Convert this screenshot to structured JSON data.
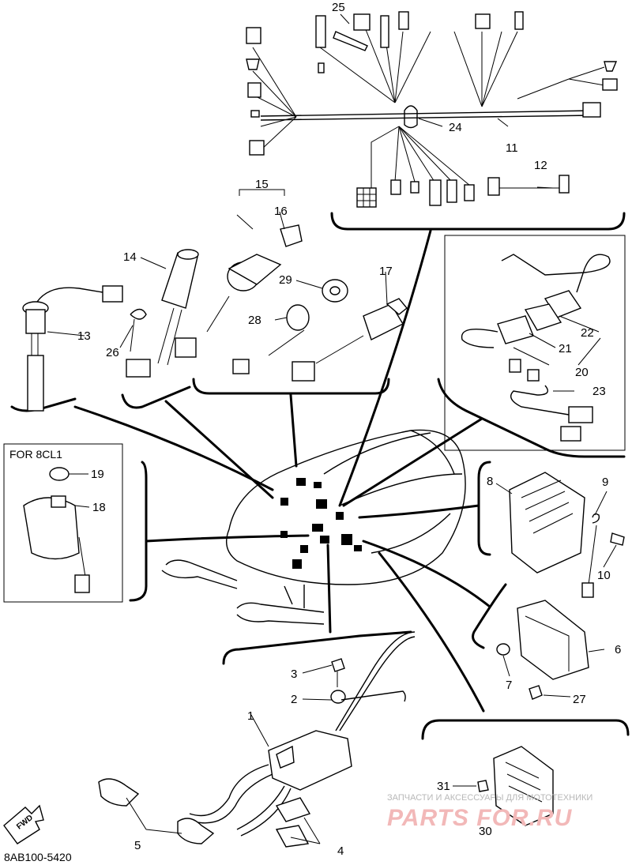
{
  "diagram_code": "8AB100-5420",
  "variant_label": "FOR 8CL1",
  "fwd_label": "FWD",
  "watermark": {
    "line1": "ЗАПЧАСТИ И АКСЕССУАРЫ ДЛЯ МОТОТЕХНИКИ",
    "line2": "PARTS FOR.RU"
  },
  "callouts": {
    "c1": "1",
    "c2": "2",
    "c3": "3",
    "c4": "4",
    "c5": "5",
    "c6": "6",
    "c7": "7",
    "c8": "8",
    "c9": "9",
    "c10": "10",
    "c11": "11",
    "c12": "12",
    "c13": "13",
    "c14": "14",
    "c15": "15",
    "c16": "16",
    "c17": "17",
    "c18": "18",
    "c19": "19",
    "c20": "20",
    "c21": "21",
    "c22": "22",
    "c23": "23",
    "c24": "24",
    "c25": "25",
    "c26": "26",
    "c27": "27",
    "c28": "28",
    "c29": "29",
    "c30": "30",
    "c31": "31"
  }
}
